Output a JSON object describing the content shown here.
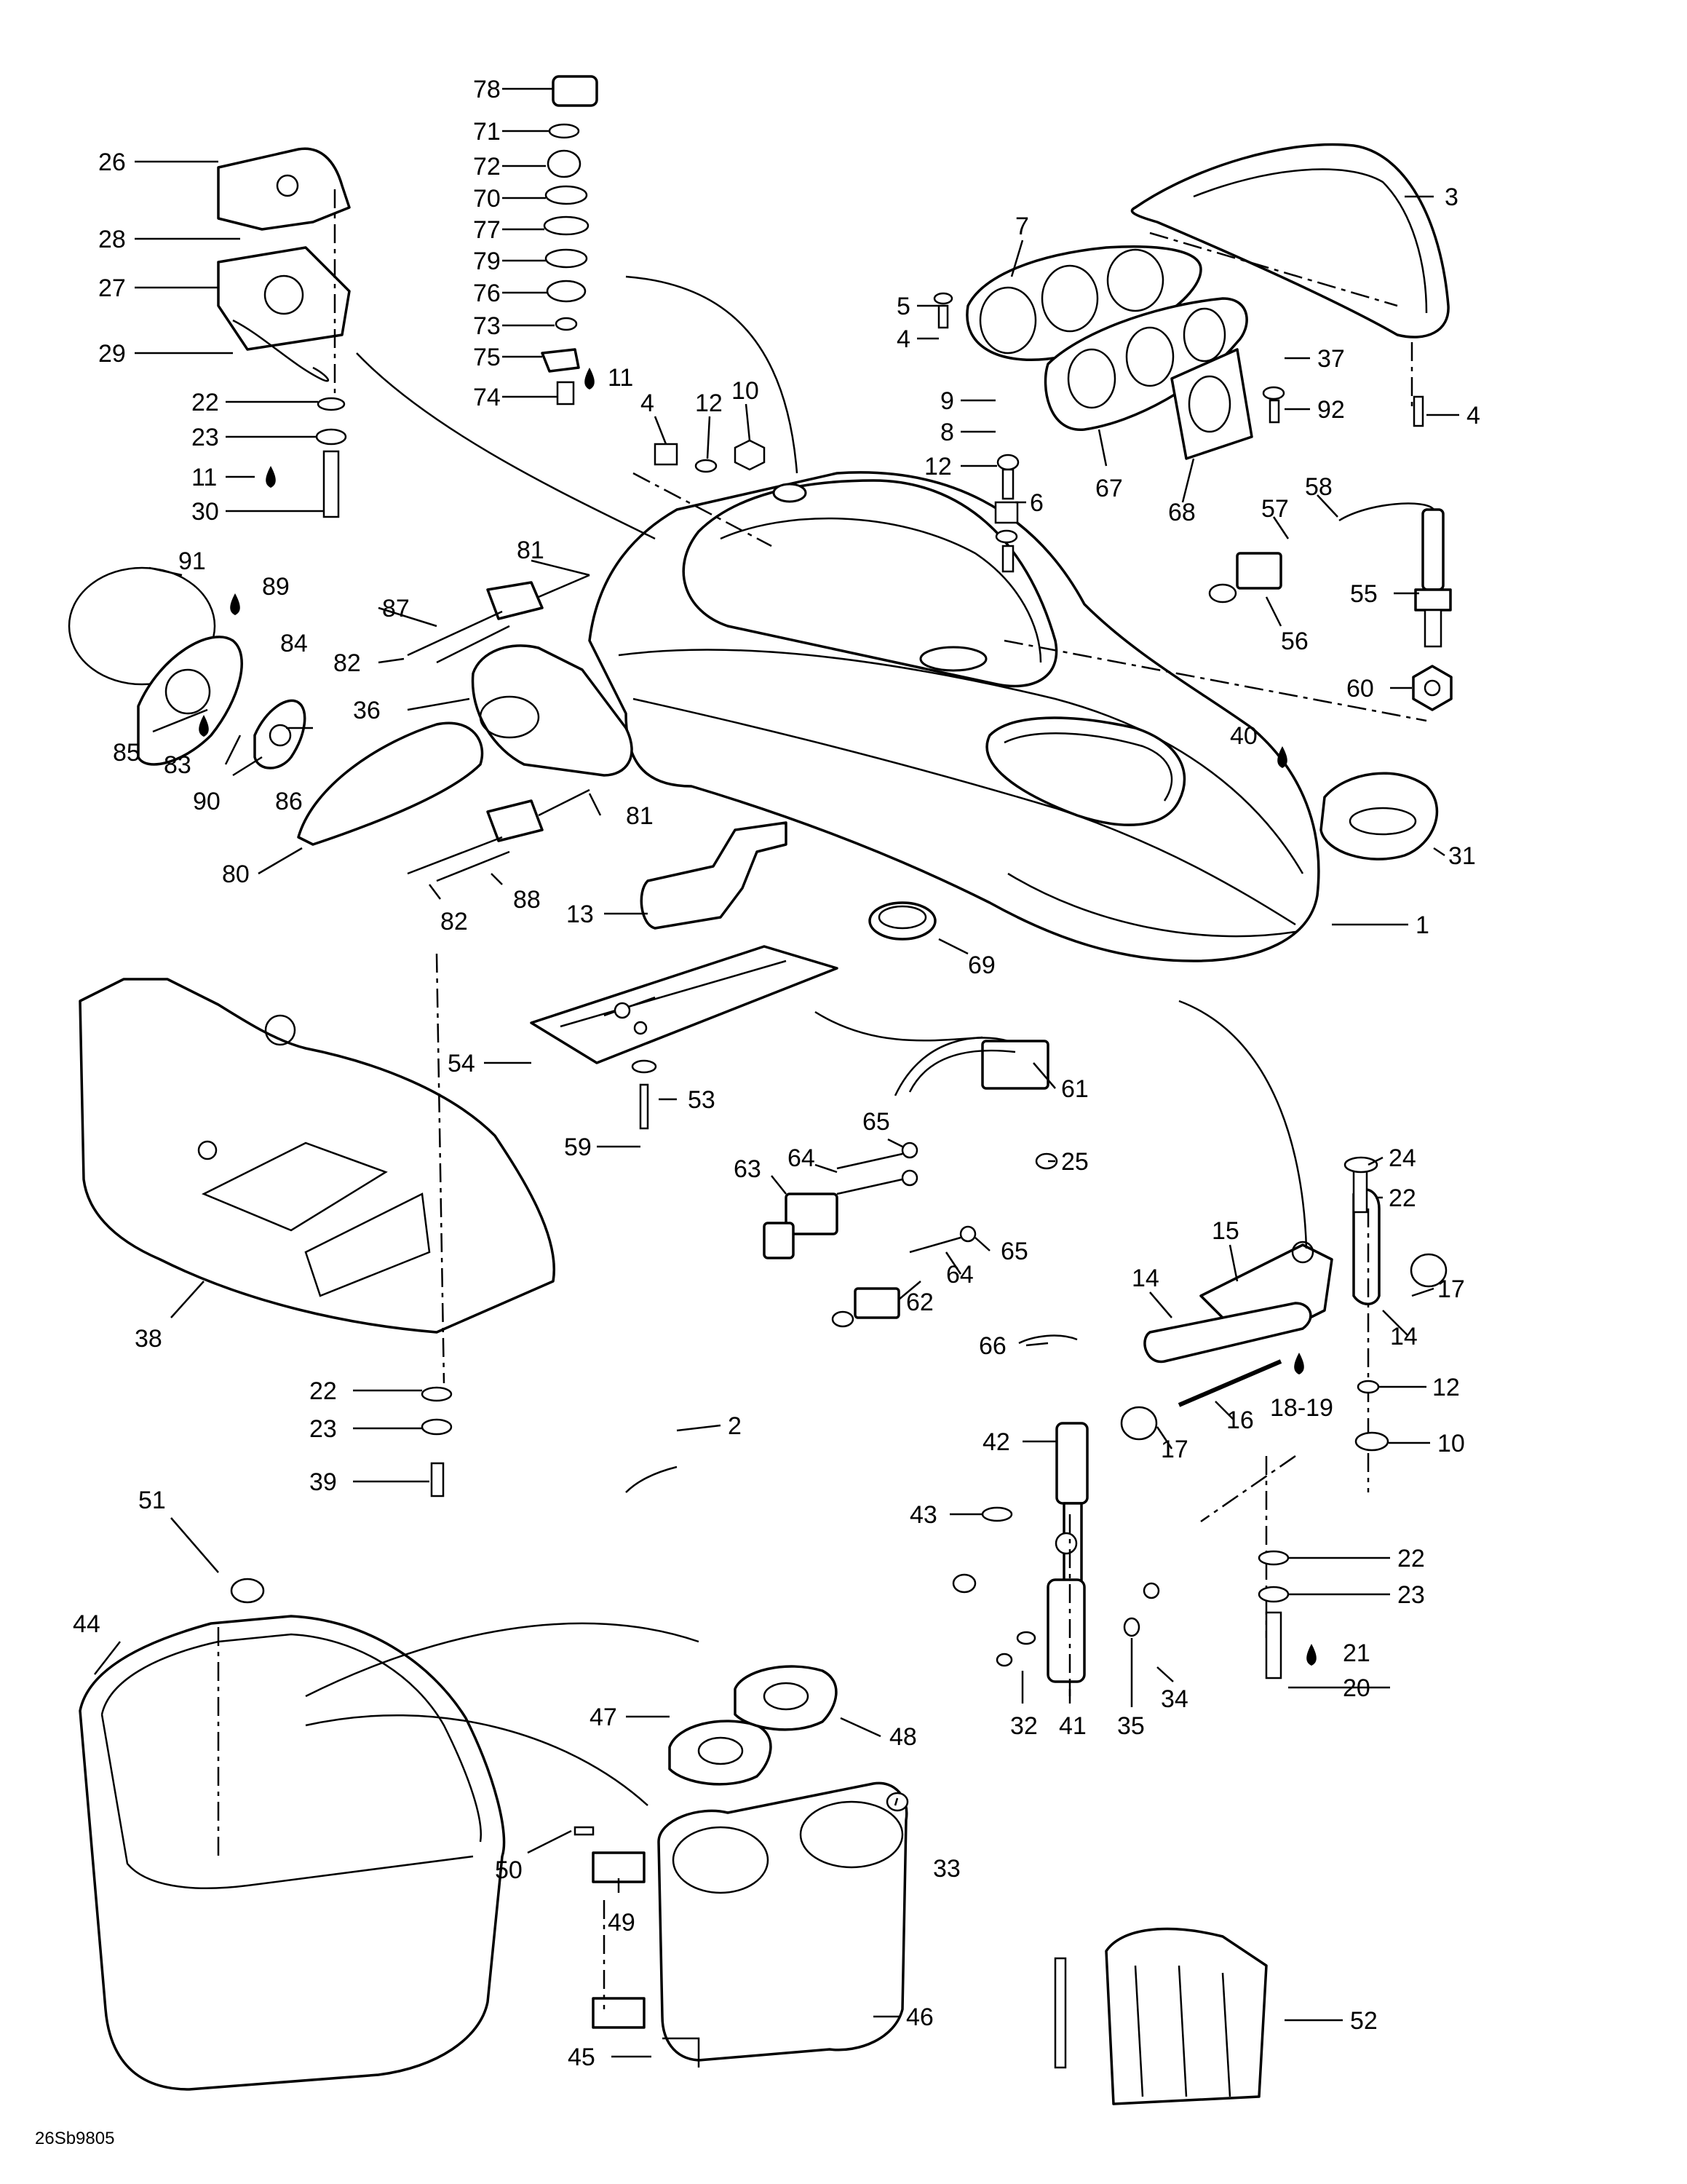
{
  "diagram": {
    "reference_code": "26Sb9805",
    "part_numbers": [
      "1",
      "2",
      "3",
      "4",
      "5",
      "6",
      "7",
      "8",
      "9",
      "10",
      "11",
      "12",
      "13",
      "14",
      "15",
      "16",
      "17",
      "18-19",
      "20",
      "21",
      "22",
      "23",
      "24",
      "25",
      "26",
      "27",
      "28",
      "29",
      "30",
      "31",
      "32",
      "33",
      "34",
      "35",
      "36",
      "37",
      "38",
      "39",
      "40",
      "41",
      "42",
      "43",
      "44",
      "45",
      "46",
      "47",
      "48",
      "49",
      "50",
      "51",
      "52",
      "53",
      "54",
      "55",
      "56",
      "57",
      "58",
      "59",
      "60",
      "61",
      "62",
      "63",
      "64",
      "65",
      "66",
      "67",
      "68",
      "69",
      "70",
      "71",
      "72",
      "73",
      "74",
      "75",
      "76",
      "77",
      "78",
      "79",
      "80",
      "81",
      "82",
      "83",
      "84",
      "85",
      "86",
      "87",
      "88",
      "89",
      "90",
      "91",
      "92"
    ],
    "callouts": [
      {
        "id": "c78",
        "text": "78"
      },
      {
        "id": "c71",
        "text": "71"
      },
      {
        "id": "c72",
        "text": "72"
      },
      {
        "id": "c70",
        "text": "70"
      },
      {
        "id": "c77",
        "text": "77"
      },
      {
        "id": "c79",
        "text": "79"
      },
      {
        "id": "c76",
        "text": "76"
      },
      {
        "id": "c73",
        "text": "73"
      },
      {
        "id": "c75",
        "text": "75"
      },
      {
        "id": "c11a",
        "text": "11"
      },
      {
        "id": "c74",
        "text": "74"
      },
      {
        "id": "c26",
        "text": "26"
      },
      {
        "id": "c28",
        "text": "28"
      },
      {
        "id": "c27",
        "text": "27"
      },
      {
        "id": "c29",
        "text": "29"
      },
      {
        "id": "c22a",
        "text": "22"
      },
      {
        "id": "c23a",
        "text": "23"
      },
      {
        "id": "c11b",
        "text": "11"
      },
      {
        "id": "c30",
        "text": "30"
      },
      {
        "id": "c4a",
        "text": "4"
      },
      {
        "id": "c12a",
        "text": "12"
      },
      {
        "id": "c10a",
        "text": "10"
      },
      {
        "id": "c7",
        "text": "7"
      },
      {
        "id": "c5",
        "text": "5"
      },
      {
        "id": "c4b",
        "text": "4"
      },
      {
        "id": "c9",
        "text": "9"
      },
      {
        "id": "c8",
        "text": "8"
      },
      {
        "id": "c12b",
        "text": "12"
      },
      {
        "id": "c6",
        "text": "6"
      },
      {
        "id": "c67",
        "text": "67"
      },
      {
        "id": "c68",
        "text": "68"
      },
      {
        "id": "c3",
        "text": "3"
      },
      {
        "id": "c37",
        "text": "37"
      },
      {
        "id": "c92",
        "text": "92"
      },
      {
        "id": "c4c",
        "text": "4"
      },
      {
        "id": "c58",
        "text": "58"
      },
      {
        "id": "c57",
        "text": "57"
      },
      {
        "id": "c55",
        "text": "55"
      },
      {
        "id": "c56",
        "text": "56"
      },
      {
        "id": "c60",
        "text": "60"
      },
      {
        "id": "c40",
        "text": "40"
      },
      {
        "id": "c31",
        "text": "31"
      },
      {
        "id": "c1",
        "text": "1"
      },
      {
        "id": "c91",
        "text": "91"
      },
      {
        "id": "c89",
        "text": "89"
      },
      {
        "id": "c84",
        "text": "84"
      },
      {
        "id": "c85",
        "text": "85"
      },
      {
        "id": "c83",
        "text": "83"
      },
      {
        "id": "c90",
        "text": "90"
      },
      {
        "id": "c86",
        "text": "86"
      },
      {
        "id": "c81a",
        "text": "81"
      },
      {
        "id": "c87",
        "text": "87"
      },
      {
        "id": "c82a",
        "text": "82"
      },
      {
        "id": "c36",
        "text": "36"
      },
      {
        "id": "c81b",
        "text": "81"
      },
      {
        "id": "c80",
        "text": "80"
      },
      {
        "id": "c82b",
        "text": "82"
      },
      {
        "id": "c88",
        "text": "88"
      },
      {
        "id": "c13",
        "text": "13"
      },
      {
        "id": "c69",
        "text": "69"
      },
      {
        "id": "c54",
        "text": "54"
      },
      {
        "id": "c53",
        "text": "53"
      },
      {
        "id": "c59",
        "text": "59"
      },
      {
        "id": "c65a",
        "text": "65"
      },
      {
        "id": "c64a",
        "text": "64"
      },
      {
        "id": "c61",
        "text": "61"
      },
      {
        "id": "c25",
        "text": "25"
      },
      {
        "id": "c63",
        "text": "63"
      },
      {
        "id": "c65b",
        "text": "65"
      },
      {
        "id": "c64b",
        "text": "64"
      },
      {
        "id": "c62",
        "text": "62"
      },
      {
        "id": "c24",
        "text": "24"
      },
      {
        "id": "c22b",
        "text": "22"
      },
      {
        "id": "c15",
        "text": "15"
      },
      {
        "id": "c14a",
        "text": "14"
      },
      {
        "id": "c17a",
        "text": "17"
      },
      {
        "id": "c14b",
        "text": "14"
      },
      {
        "id": "c18_19",
        "text": "18-19"
      },
      {
        "id": "c12c",
        "text": "12"
      },
      {
        "id": "c16",
        "text": "16"
      },
      {
        "id": "c17b",
        "text": "17"
      },
      {
        "id": "c10b",
        "text": "10"
      },
      {
        "id": "c66",
        "text": "66"
      },
      {
        "id": "c42",
        "text": "42"
      },
      {
        "id": "c43",
        "text": "43"
      },
      {
        "id": "c22c",
        "text": "22"
      },
      {
        "id": "c23b",
        "text": "23"
      },
      {
        "id": "c21",
        "text": "21"
      },
      {
        "id": "c20",
        "text": "20"
      },
      {
        "id": "c32",
        "text": "32"
      },
      {
        "id": "c41",
        "text": "41"
      },
      {
        "id": "c35",
        "text": "35"
      },
      {
        "id": "c34",
        "text": "34"
      },
      {
        "id": "c38",
        "text": "38"
      },
      {
        "id": "c22d",
        "text": "22"
      },
      {
        "id": "c23c",
        "text": "23"
      },
      {
        "id": "c39",
        "text": "39"
      },
      {
        "id": "c2",
        "text": "2"
      },
      {
        "id": "c51",
        "text": "51"
      },
      {
        "id": "c44",
        "text": "44"
      },
      {
        "id": "c47",
        "text": "47"
      },
      {
        "id": "c48",
        "text": "48"
      },
      {
        "id": "c50",
        "text": "50"
      },
      {
        "id": "c33",
        "text": "33"
      },
      {
        "id": "c49",
        "text": "49"
      },
      {
        "id": "c46",
        "text": "46"
      },
      {
        "id": "c45",
        "text": "45"
      },
      {
        "id": "c52",
        "text": "52"
      }
    ],
    "colors": {
      "line": "#000000",
      "background": "#ffffff"
    },
    "icons": [
      "adhesive-drop-icon"
    ]
  }
}
